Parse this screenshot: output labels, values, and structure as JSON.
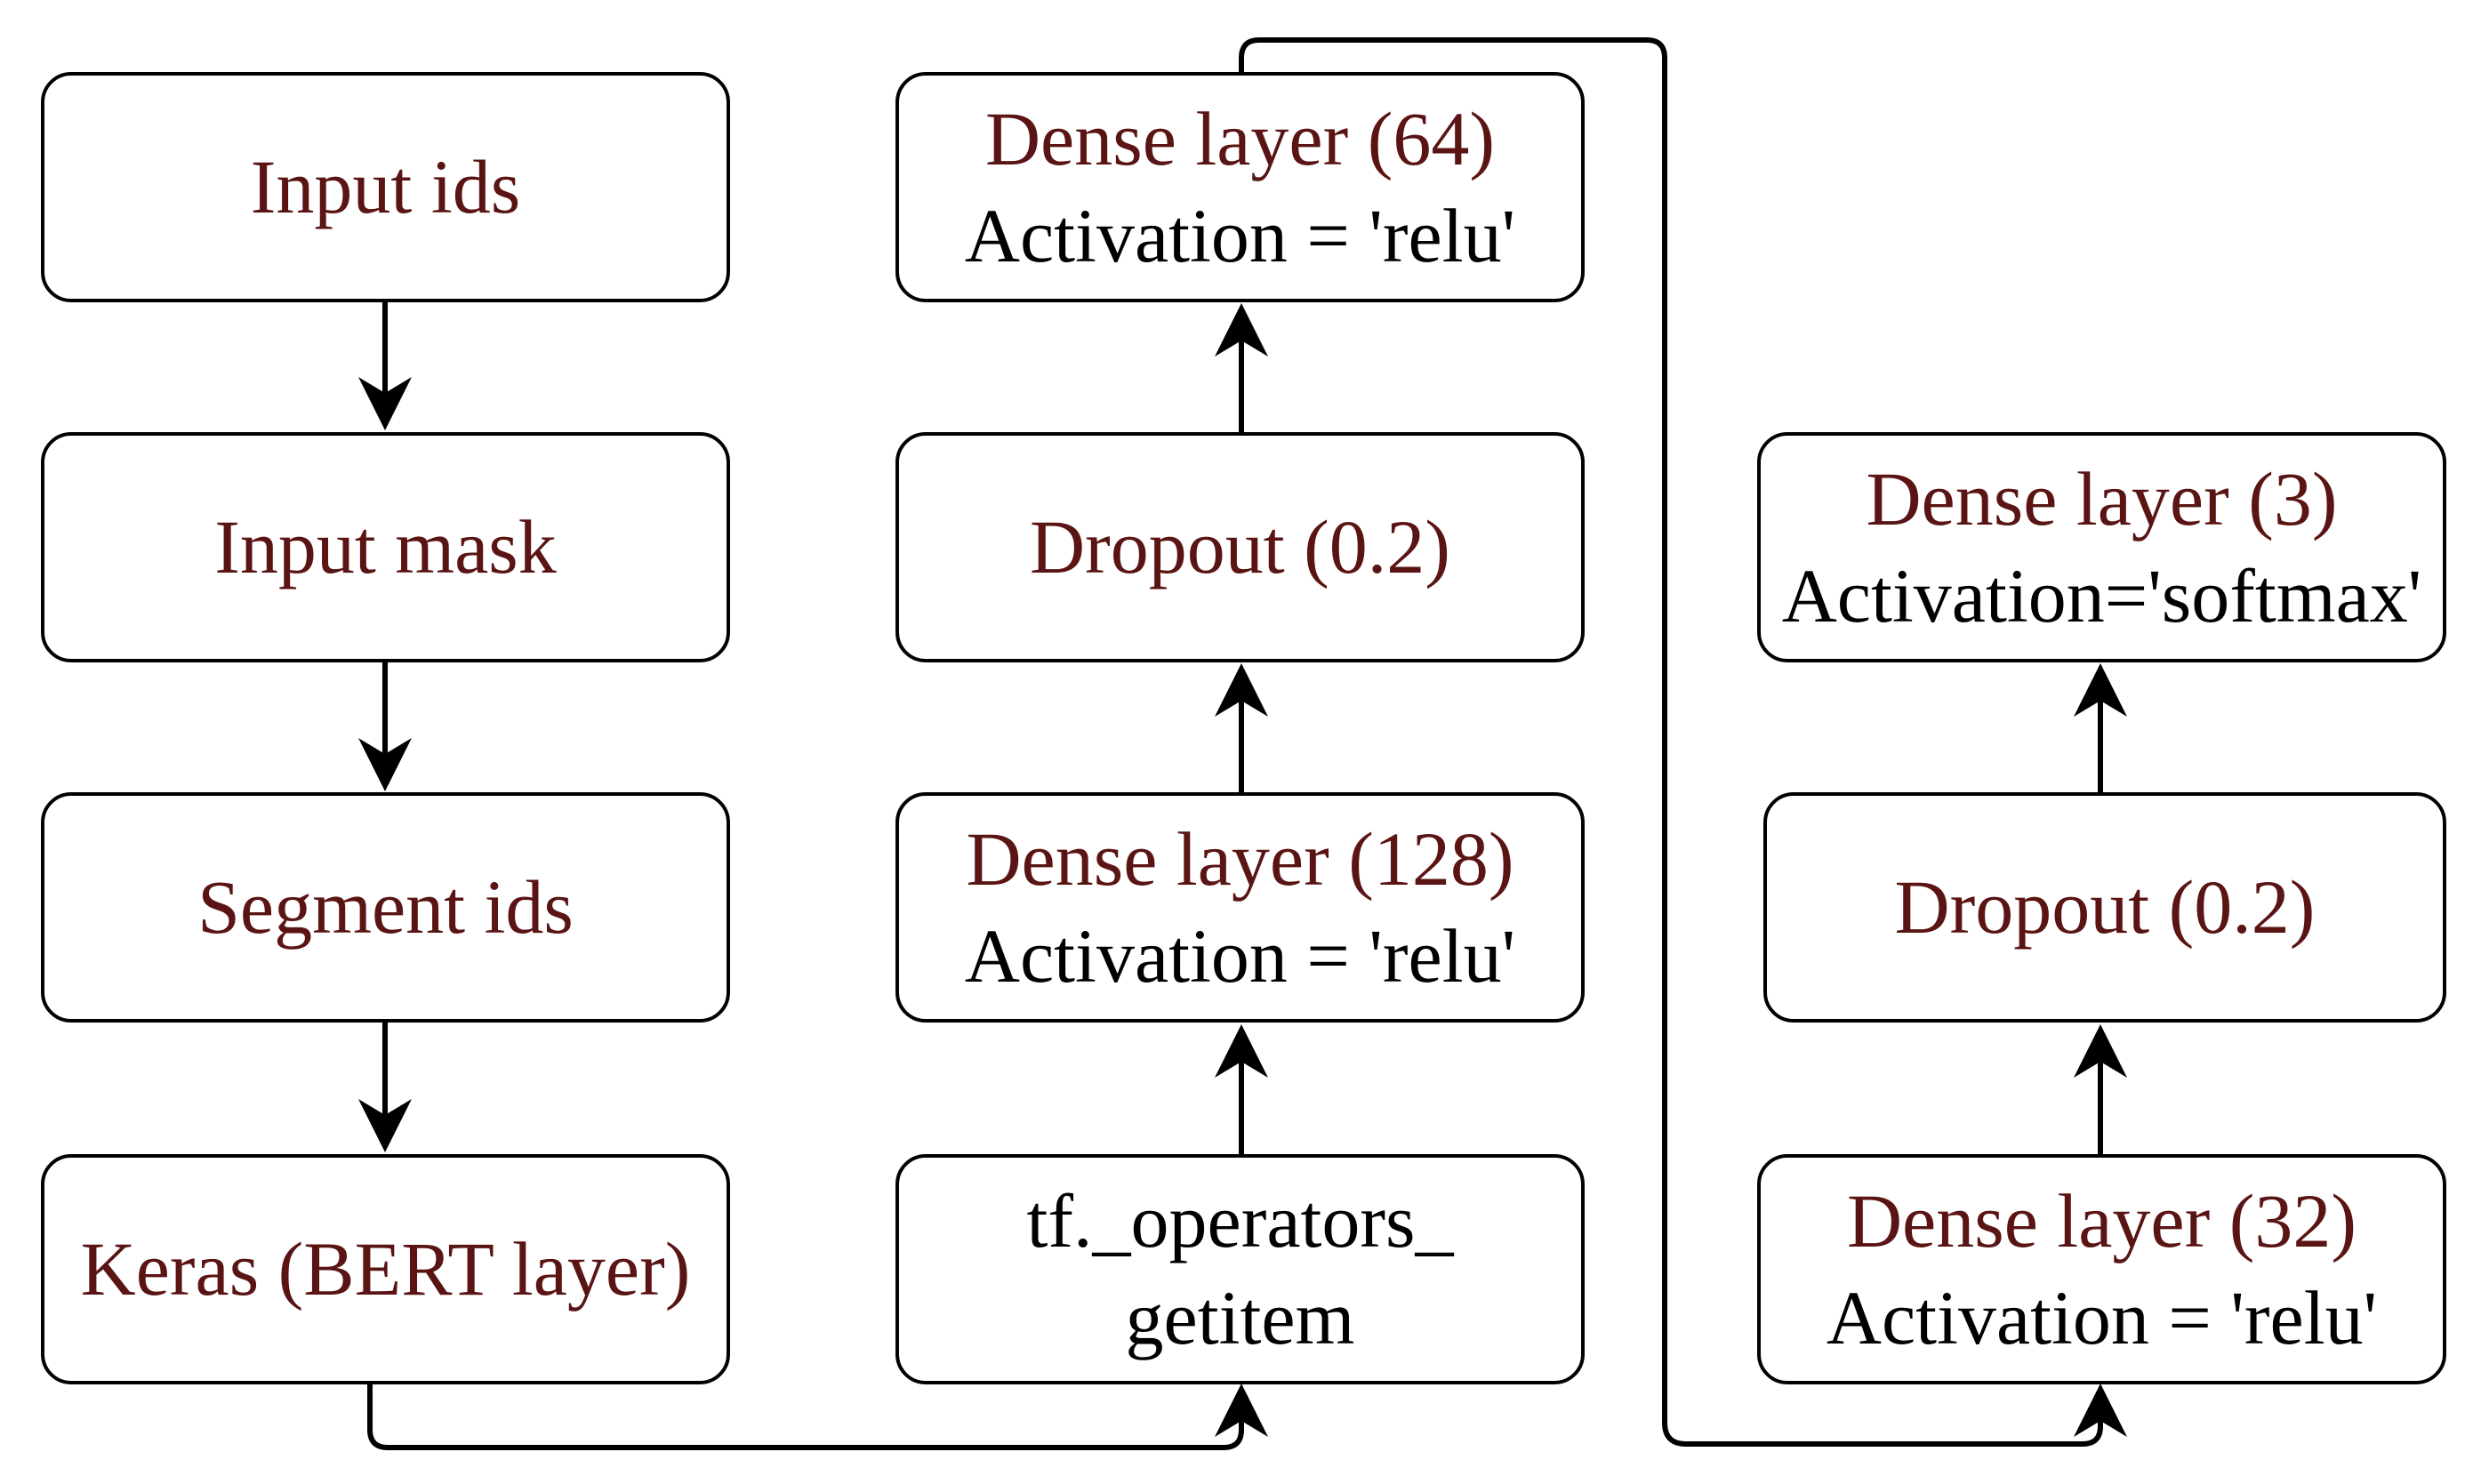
{
  "colors": {
    "title_text": "#5a1414",
    "sub_text": "#000000",
    "stroke": "#000000",
    "background": "#ffffff"
  },
  "nodes": [
    {
      "id": "input-ids",
      "title": "Input ids",
      "subtitle": ""
    },
    {
      "id": "input-mask",
      "title": "Input mask",
      "subtitle": ""
    },
    {
      "id": "segment-ids",
      "title": "Segment ids",
      "subtitle": ""
    },
    {
      "id": "keras-bert",
      "title": "Keras (BERT layer)",
      "subtitle": ""
    },
    {
      "id": "tf-getitem",
      "title": "",
      "line1": "tf._operators_",
      "line2": "getitem"
    },
    {
      "id": "dense-128",
      "title": "Dense layer (128)",
      "subtitle": "Activation = 'relu'"
    },
    {
      "id": "dropout-1",
      "title": "Dropout (0.2)",
      "subtitle": ""
    },
    {
      "id": "dense-64",
      "title": "Dense layer (64)",
      "subtitle": "Activation = 'relu'"
    },
    {
      "id": "dense-32",
      "title": "Dense layer (32)",
      "subtitle": "Activation = 'relu'"
    },
    {
      "id": "dropout-2",
      "title": "Dropout (0.2)",
      "subtitle": ""
    },
    {
      "id": "dense-3",
      "title": "Dense layer (3)",
      "subtitle": "Activation='softmax'"
    }
  ],
  "edges": [
    {
      "from": "input-ids",
      "to": "input-mask"
    },
    {
      "from": "input-mask",
      "to": "segment-ids"
    },
    {
      "from": "segment-ids",
      "to": "keras-bert"
    },
    {
      "from": "keras-bert",
      "to": "tf-getitem"
    },
    {
      "from": "tf-getitem",
      "to": "dense-128"
    },
    {
      "from": "dense-128",
      "to": "dropout-1"
    },
    {
      "from": "dropout-1",
      "to": "dense-64"
    },
    {
      "from": "dense-64",
      "to": "dense-32"
    },
    {
      "from": "dense-32",
      "to": "dropout-2"
    },
    {
      "from": "dropout-2",
      "to": "dense-3"
    }
  ]
}
